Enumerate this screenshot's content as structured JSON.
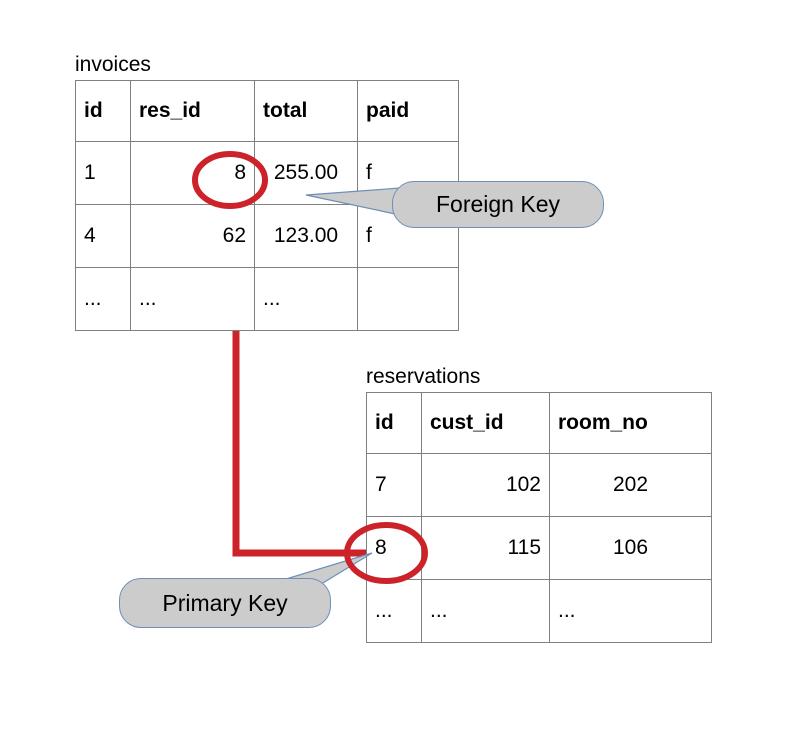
{
  "diagram": {
    "title_hidden": "",
    "accent_red": "#cc2229",
    "callout_fill": "#cccccc",
    "callout_border": "#6d8fb8",
    "table_border": "#808080"
  },
  "tables": [
    {
      "name": "invoices",
      "caption": "invoices",
      "columns": [
        {
          "label": "id",
          "align": "left"
        },
        {
          "label": "res_id",
          "align": "right"
        },
        {
          "label": "total",
          "align": "center"
        },
        {
          "label": "paid",
          "align": "left"
        }
      ],
      "rows": [
        [
          "1",
          "8",
          "255.00",
          "f"
        ],
        [
          "4",
          "62",
          "123.00",
          "f"
        ],
        [
          "...",
          "...",
          "...",
          ""
        ]
      ]
    },
    {
      "name": "reservations",
      "caption": "reservations",
      "columns": [
        {
          "label": "id",
          "align": "left"
        },
        {
          "label": "cust_id",
          "align": "right"
        },
        {
          "label": "room_no",
          "align": "center"
        }
      ],
      "rows": [
        [
          "7",
          "102",
          "202"
        ],
        [
          "8",
          "115",
          "106"
        ],
        [
          "...",
          "...",
          "..."
        ]
      ]
    }
  ],
  "callouts": [
    {
      "id": "foreign-key",
      "label": "Foreign Key"
    },
    {
      "id": "primary-key",
      "label": "Primary Key"
    }
  ],
  "annotations": {
    "foreign_key_cell_value": "8",
    "primary_key_cell_value": "8",
    "relationship": "invoices.res_id references reservations.id"
  }
}
